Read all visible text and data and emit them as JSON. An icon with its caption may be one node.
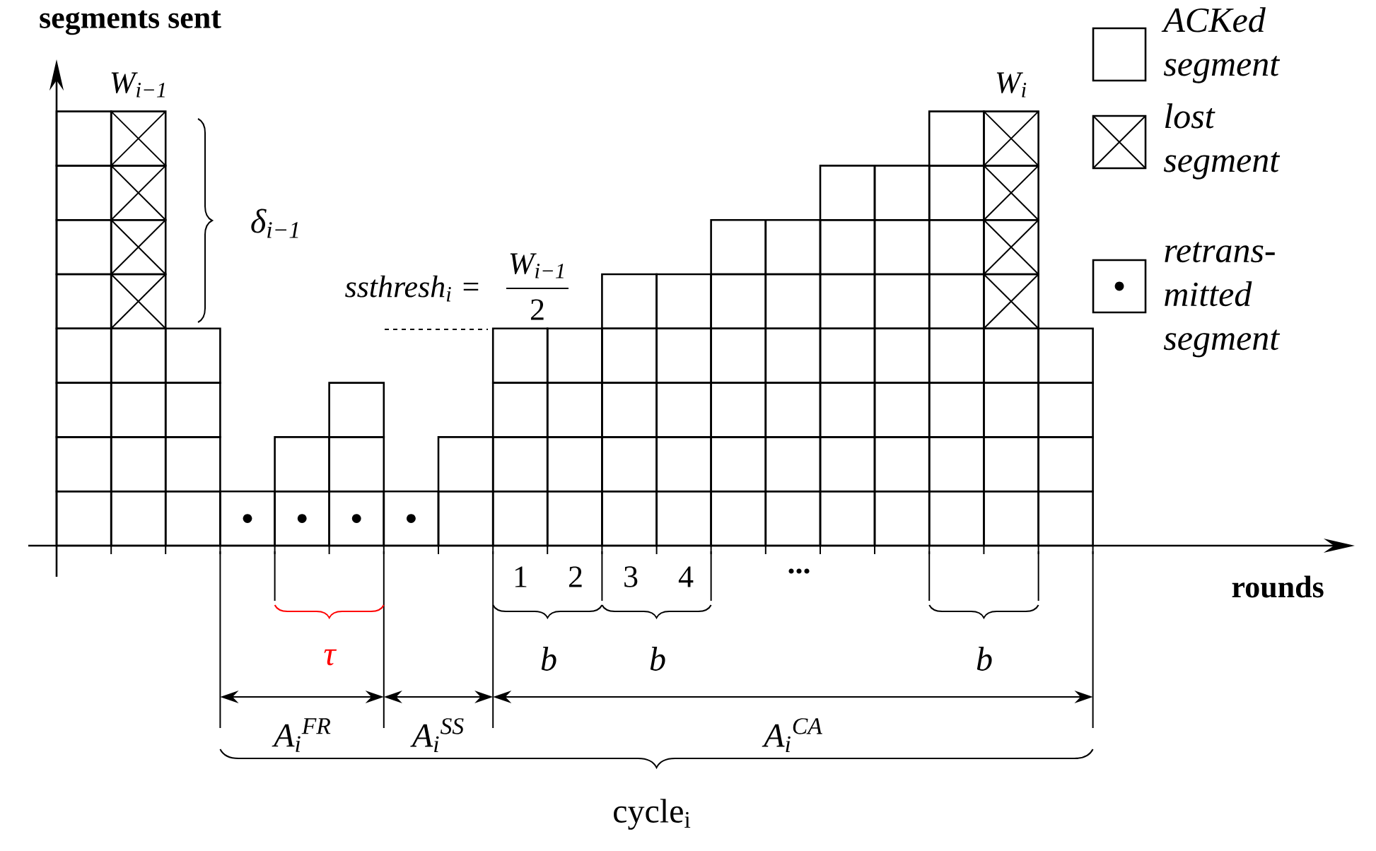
{
  "diagram": {
    "labels": [
      "segments sent",
      "W$_{i−1}$",
      "W$_{i}$",
      "δ$_{i−1}$",
      "ssthresh$_{i}$ =",
      "W$_{i−1}$",
      "2",
      "1",
      "2",
      "3",
      "4",
      "...",
      "rounds",
      "τ",
      "b",
      "b",
      "b",
      "A$_{i}$$^{FR}$",
      "A$_{i}$$^{SS}$",
      "A$_{i}$$^{CA}$",
      "cycle$_{i}$"
    ],
    "legend": [
      {
        "text": "ACKed segment"
      },
      {
        "text": "lost segment"
      },
      {
        "text": "retrans-mitted segment"
      }
    ]
  }
}
